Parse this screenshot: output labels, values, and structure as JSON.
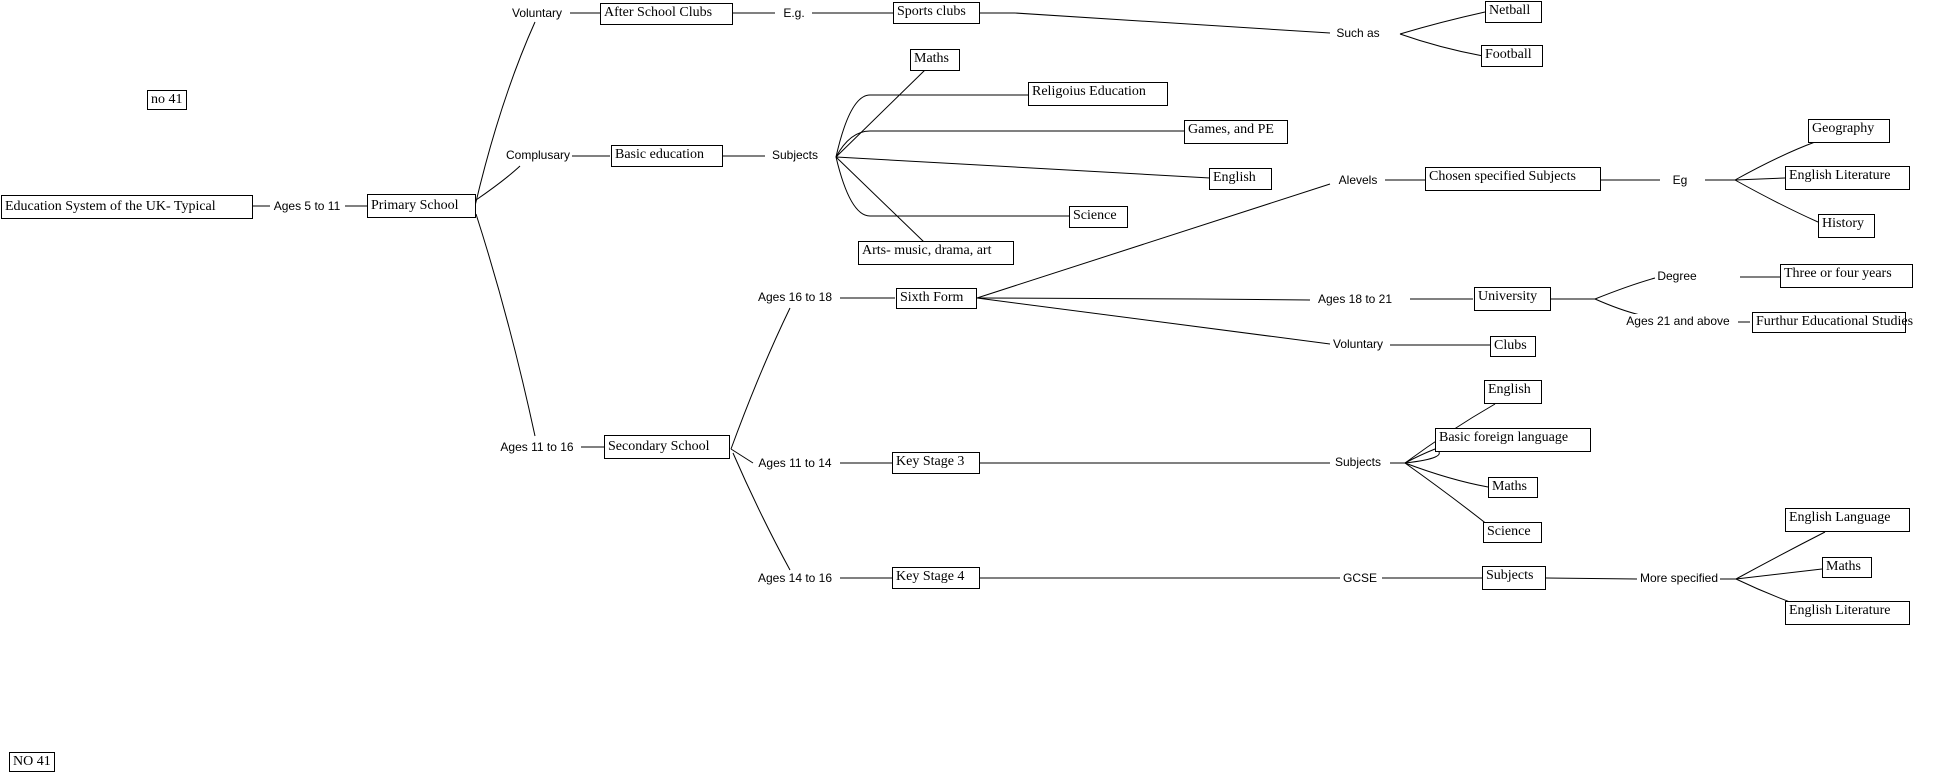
{
  "diagram": {
    "root": "Education System of the UK- Typical",
    "note_top": "no 41",
    "note_bottom": "NO 41",
    "primary": {
      "age_label": "Ages 5 to 11",
      "title": "Primary School",
      "voluntary": {
        "label": "Voluntary",
        "title": "After School Clubs",
        "eg_label": "E.g.",
        "sports": "Sports clubs",
        "such_as_label": "Such as",
        "netball": "Netball",
        "football": "Football"
      },
      "compulsory": {
        "label": "Complusary",
        "title": "Basic education",
        "subjects_label": "Subjects",
        "items": [
          "Maths",
          "Religoius Education",
          "Games, and PE",
          "English",
          "Science",
          "Arts- music, drama, art"
        ]
      }
    },
    "secondary": {
      "age_label": "Ages 11 to 16",
      "title": "Secondary School",
      "sixth_form": {
        "age_label": "Ages 16 to 18",
        "title": "Sixth Form",
        "alevels_label": "Alevels",
        "alevels_box": "Chosen specified Subjects",
        "eg_label": "Eg",
        "alevel_items": [
          "Geography",
          "English Literature",
          "History"
        ],
        "uni_age_label": "Ages 18 to 21",
        "university": "University",
        "degree_label": "Degree",
        "degree_box": "Three or four years",
        "further_label": "Ages 21 and above",
        "further_box": "Furthur Educational Studies",
        "voluntary_label": "Voluntary",
        "clubs": "Clubs"
      },
      "ks3": {
        "age_label": "Ages 11 to 14",
        "title": "Key Stage 3",
        "subjects_label": "Subjects",
        "items": [
          "English",
          "Basic foreign language",
          "Maths",
          "Science"
        ]
      },
      "ks4": {
        "age_label": "Ages 14 to 16",
        "title": "Key Stage 4",
        "gcse_label": "GCSE",
        "subjects_box": "Subjects",
        "more_label": "More specified",
        "items": [
          "English Language",
          "Maths",
          "English Literature"
        ]
      }
    }
  }
}
